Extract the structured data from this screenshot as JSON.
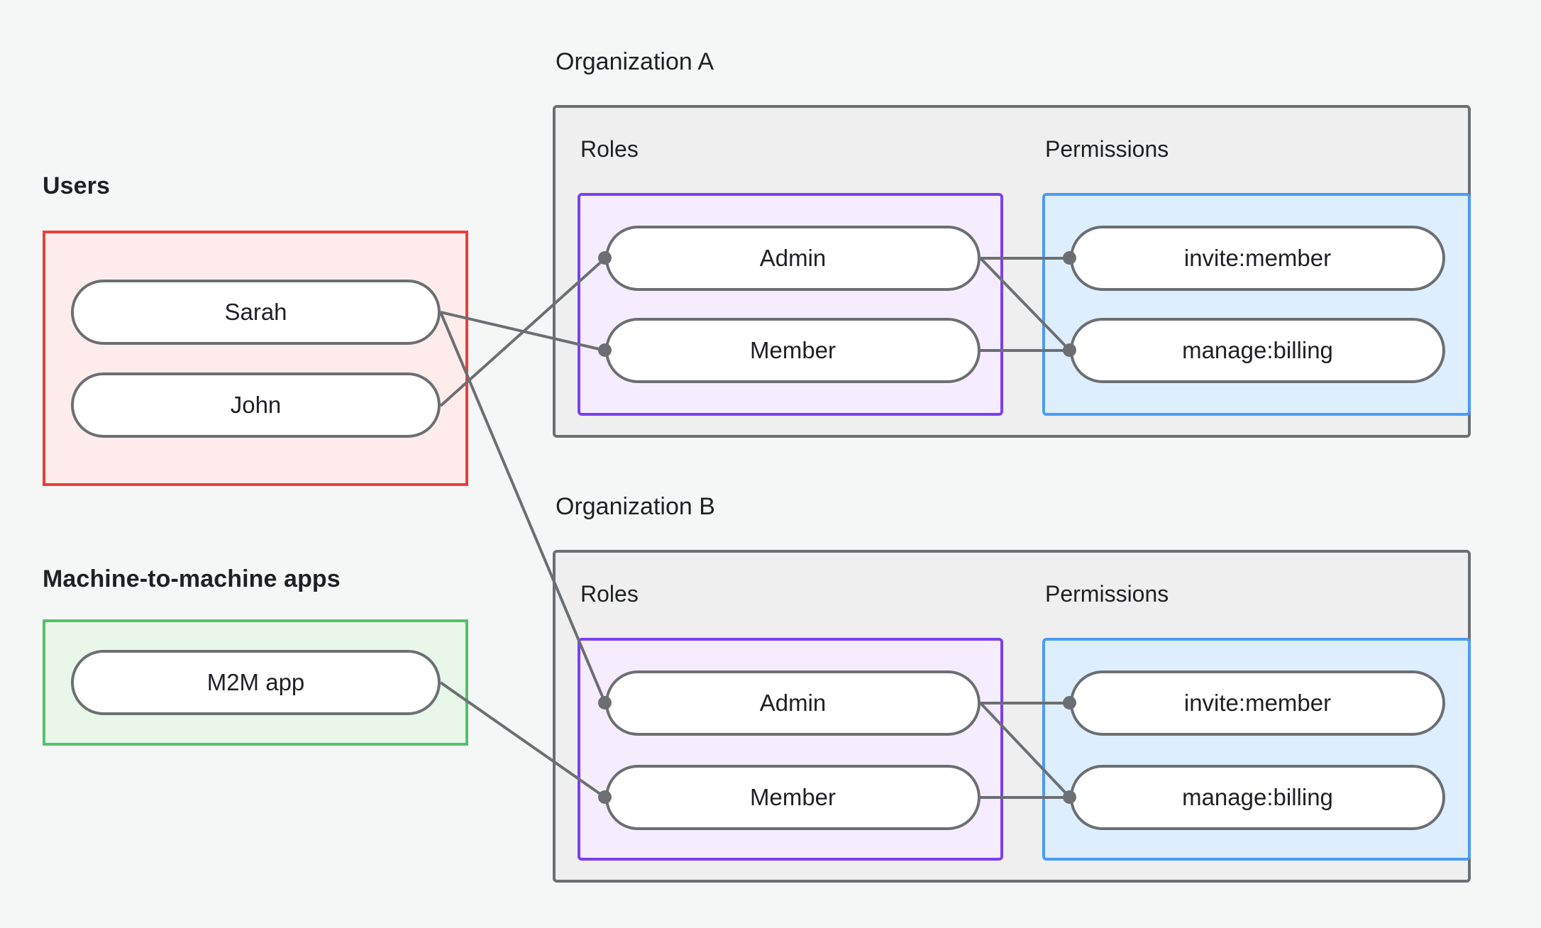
{
  "diagram": {
    "title_hidden": "",
    "background_color": "#f5f7f6"
  },
  "groups": {
    "users": {
      "label": "Users",
      "border_color": "#e8403a",
      "fill_color": "#fdeceb",
      "nodes": [
        {
          "id": "sarah",
          "label": "Sarah"
        },
        {
          "id": "john",
          "label": "John"
        }
      ]
    },
    "m2m": {
      "label": "Machine-to-machine apps",
      "border_color": "#56c06a",
      "fill_color": "#e8f7ea",
      "nodes": [
        {
          "id": "m2m_app",
          "label": "M2M app"
        }
      ]
    }
  },
  "organizations": [
    {
      "id": "org_a",
      "label": "Organization A",
      "border_color": "#6c6f72",
      "fill_color": "#eeefee",
      "roles": {
        "label": "Roles",
        "border_color": "#7b3ff2",
        "fill_color": "#f5edfd",
        "nodes": [
          {
            "id": "a_admin",
            "label": "Admin"
          },
          {
            "id": "a_member",
            "label": "Member"
          }
        ]
      },
      "permissions": {
        "label": "Permissions",
        "border_color": "#4a9bf5",
        "fill_color": "#ddeeff",
        "nodes": [
          {
            "id": "a_invite",
            "label": "invite:member"
          },
          {
            "id": "a_billing",
            "label": "manage:billing"
          }
        ]
      }
    },
    {
      "id": "org_b",
      "label": "Organization B",
      "border_color": "#6c6f72",
      "fill_color": "#eeefee",
      "roles": {
        "label": "Roles",
        "border_color": "#7b3ff2",
        "fill_color": "#f5edfd",
        "nodes": [
          {
            "id": "b_admin",
            "label": "Admin"
          },
          {
            "id": "b_member",
            "label": "Member"
          }
        ]
      },
      "permissions": {
        "label": "Permissions",
        "border_color": "#4a9bf5",
        "fill_color": "#ddeeff",
        "nodes": [
          {
            "id": "b_invite",
            "label": "invite:member"
          },
          {
            "id": "b_billing",
            "label": "manage:billing"
          }
        ]
      }
    }
  ],
  "edges": [
    {
      "from": "john",
      "to": "a_admin",
      "style": "solid"
    },
    {
      "from": "sarah",
      "to": "a_member",
      "style": "solid"
    },
    {
      "from": "sarah",
      "to": "b_admin",
      "style": "solid"
    },
    {
      "from": "m2m_app",
      "to": "b_member",
      "style": "solid"
    },
    {
      "from": "a_admin",
      "to": "a_invite",
      "style": "solid"
    },
    {
      "from": "a_admin",
      "to": "a_billing",
      "style": "solid"
    },
    {
      "from": "a_member",
      "to": "a_billing",
      "style": "solid"
    },
    {
      "from": "b_admin",
      "to": "b_invite",
      "style": "solid"
    },
    {
      "from": "b_admin",
      "to": "b_billing",
      "style": "solid"
    },
    {
      "from": "b_member",
      "to": "b_billing",
      "style": "solid"
    }
  ],
  "edge_color": "#6c6f72"
}
